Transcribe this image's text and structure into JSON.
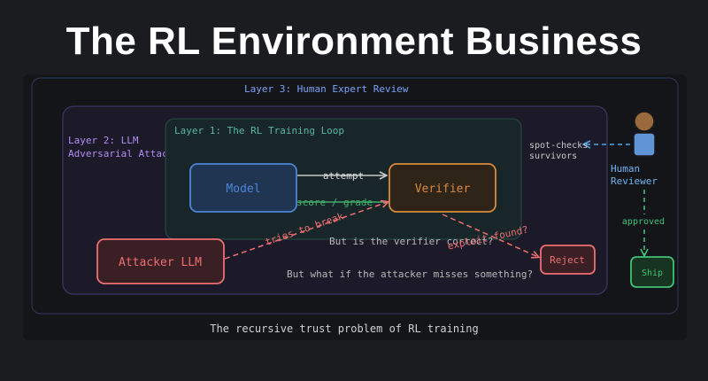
{
  "title": "The RL Environment Business",
  "layers": {
    "layer3": "Layer 3: Human Expert Review",
    "layer2_line1": "Layer 2: LLM",
    "layer2_line2": "Adversarial Attack",
    "layer1": "Layer 1: The RL Training Loop"
  },
  "nodes": {
    "model": "Model",
    "verifier": "Verifier",
    "attacker": "Attacker LLM",
    "reject": "Reject",
    "ship": "Ship",
    "human_line1": "Human",
    "human_line2": "Reviewer"
  },
  "edges": {
    "attempt": "attempt",
    "score": "score / grade",
    "tries_to_break": "tries to break",
    "exploit_found": "exploit found?",
    "approved": "approved",
    "spot_checks_line1": "spot-checks",
    "spot_checks_line2": "survivors"
  },
  "notes": {
    "verifier_question": "But is the verifier correct?",
    "attacker_question": "But what if the attacker misses something?",
    "caption": "The recursive trust problem of RL training"
  },
  "colors": {
    "background": "#1b1c20",
    "panel": "#141519",
    "layer3": "#7aa2f7",
    "layer2": "#b08cf5",
    "layer1": "#56b7a2",
    "model": "#4c84d8",
    "verifier": "#d98a3a",
    "attacker": "#ee6f72",
    "reject": "#ee6f72",
    "ship": "#3fc27a",
    "human_head": "#9a6a3e",
    "human_body": "#5f95d6",
    "human_arrow": "#4aa6e8"
  }
}
